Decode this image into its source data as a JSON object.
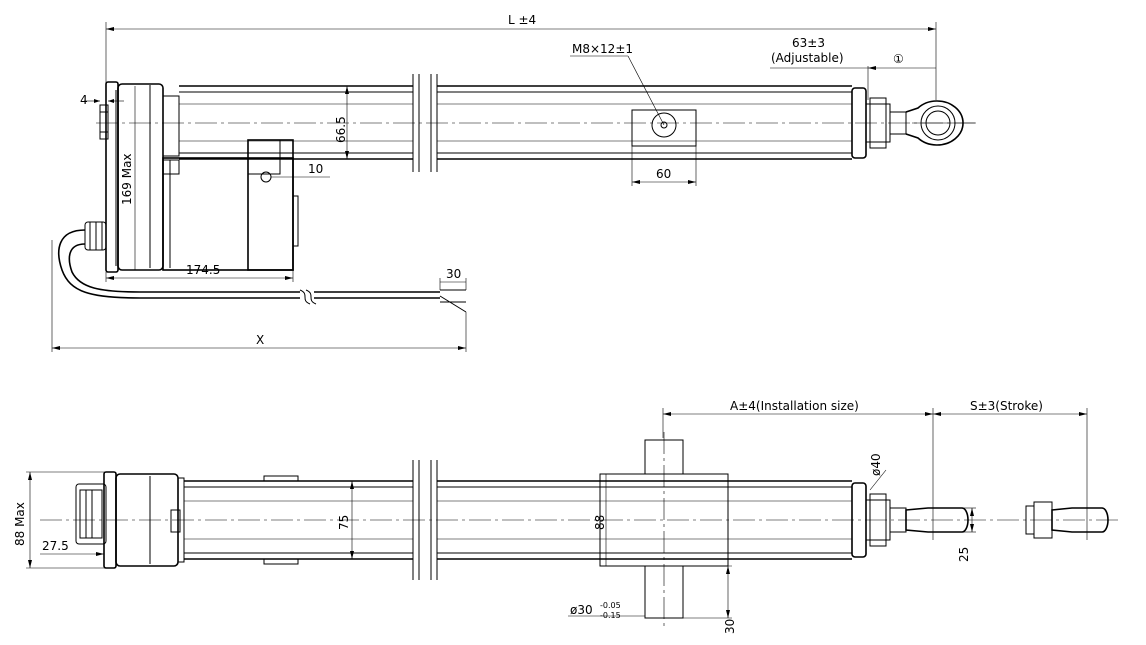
{
  "top_view": {
    "overall_length": "L ±4",
    "thread_spec": "M8×12±1",
    "rod_end_adjust": "63±3",
    "adjustable_note": "(Adjustable)",
    "note_marker": "①",
    "dim_4": "4",
    "dim_66_5": "66.5",
    "dim_169_max": "169 Max",
    "dim_10": "10",
    "dim_60": "60",
    "dim_174_5": "174.5",
    "dim_30": "30",
    "cable_length": "X"
  },
  "bottom_view": {
    "installation_size": "A±4(Installation size)",
    "stroke": "S±3(Stroke)",
    "dim_88_max": "88 Max",
    "dim_27_5": "27.5",
    "dim_75": "75",
    "dim_88": "88",
    "dim_dia_40": "ø40",
    "dim_25": "25",
    "trunnion_dia": "ø30",
    "tol_upper": "-0.05",
    "tol_lower": "-0.15",
    "dim_30": "30"
  }
}
